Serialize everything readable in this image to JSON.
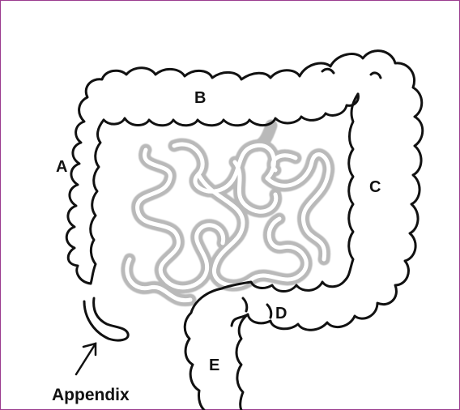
{
  "labels": {
    "a": "A",
    "b": "B",
    "c": "C",
    "d": "D",
    "e": "E",
    "appendix": "Appendix"
  },
  "colors": {
    "frame": "#9b3b8f",
    "outline": "#111111",
    "small_intestine_fill": "#c8c8c8"
  }
}
